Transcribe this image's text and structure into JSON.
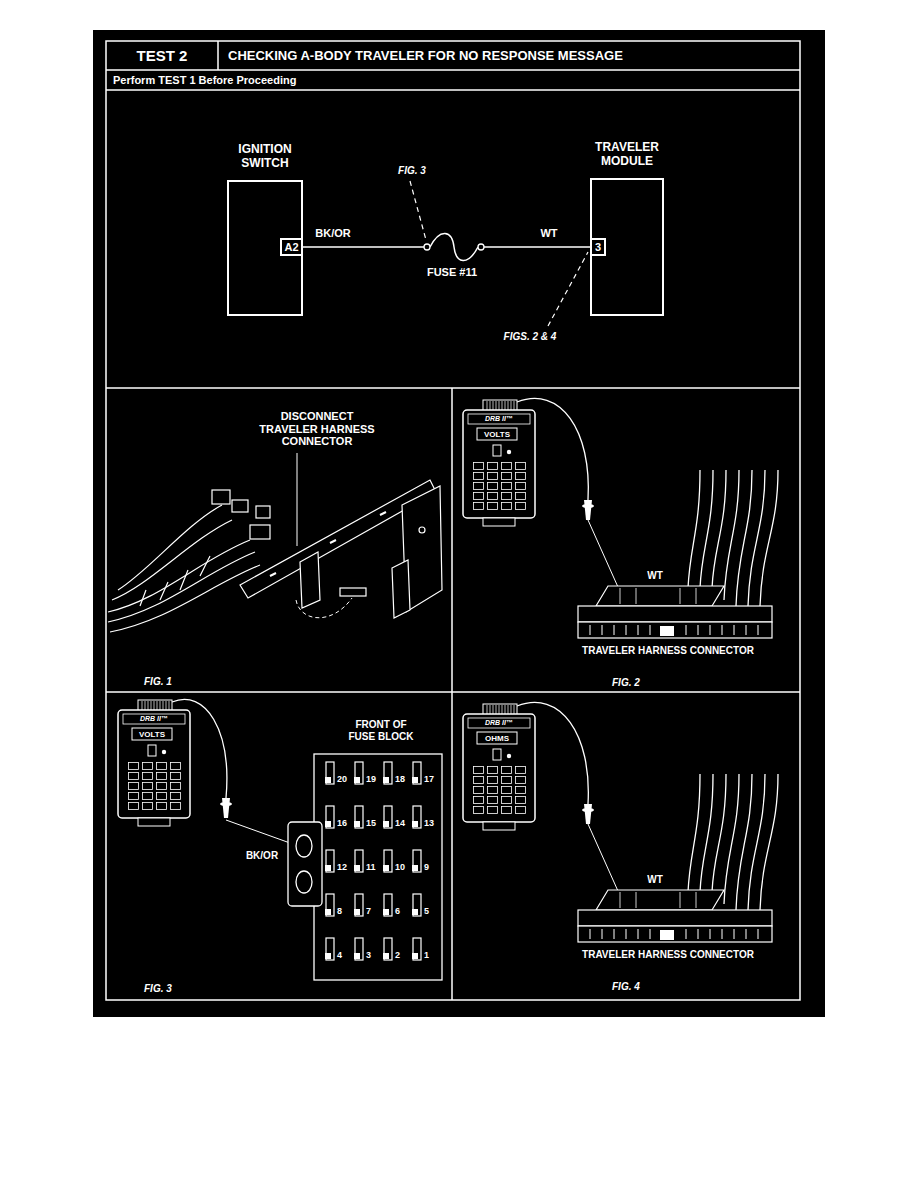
{
  "diagram": {
    "title": "CHECKING A-BODY TRAVELER FOR NO RESPONSE MESSAGE",
    "nodes": [
      {
        "text": [
          "IGNITION SWITCH"
        ]
      },
      {
        "text": [
          "A2"
        ],
        "in": 0
      },
      {
        "text": [
          "TRAVELER MODULE"
        ]
      },
      {
        "text": [
          "3"
        ],
        "in": 2
      }
    ],
    "edges": [
      {
        "from": 1,
        "to": 3,
        "arrow": "none"
      }
    ],
    "labels": [
      "TEST 2",
      "Perform TEST 1 Before Proceeding",
      "FIG. 3",
      "BK/OR",
      "FUSE #11",
      "WT",
      "FIGS. 2 & 4",
      "DISCONNECT TRAVELER HARNESS CONNECTOR",
      "FIG. 1",
      "DRB II™",
      "VOLTS",
      "WT",
      "TRAVELER HARNESS CONNECTOR",
      "FIG. 2",
      "DRB II™",
      "VOLTS",
      "FRONT OF FUSE BLOCK",
      "BK/OR",
      "20",
      "19",
      "18",
      "17",
      "16",
      "15",
      "14",
      "13",
      "12",
      "11",
      "10",
      "9",
      "8",
      "7",
      "6",
      "5",
      "4",
      "3",
      "2",
      "1",
      "FIG. 3",
      "DRB II™",
      "OHMS",
      "WT",
      "TRAVELER HARNESS CONNECTOR",
      "FIG. 4"
    ]
  }
}
